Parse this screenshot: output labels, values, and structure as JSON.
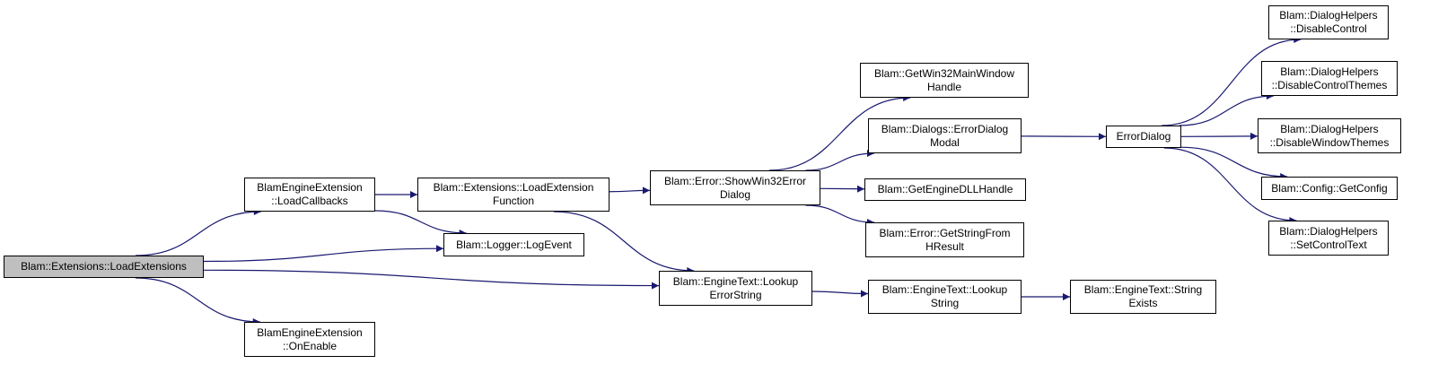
{
  "graph": {
    "edge_color": "#191970",
    "root_fill": "#bfbfbf",
    "nodes": [
      {
        "id": "n0",
        "lines": [
          "Blam::Extensions::LoadExtensions"
        ]
      },
      {
        "id": "n1",
        "lines": [
          "BlamEngineExtension",
          "::LoadCallbacks"
        ]
      },
      {
        "id": "n2",
        "lines": [
          "Blam::Logger::LogEvent"
        ]
      },
      {
        "id": "n3",
        "lines": [
          "Blam::EngineText::Lookup",
          "ErrorString"
        ]
      },
      {
        "id": "n4",
        "lines": [
          "BlamEngineExtension",
          "::OnEnable"
        ]
      },
      {
        "id": "n5",
        "lines": [
          "Blam::Extensions::LoadExtension",
          "Function"
        ]
      },
      {
        "id": "n6",
        "lines": [
          "Blam::Error::ShowWin32Error",
          "Dialog"
        ]
      },
      {
        "id": "n7",
        "lines": [
          "Blam::EngineText::Lookup",
          "String"
        ]
      },
      {
        "id": "n8",
        "lines": [
          "Blam::GetWin32MainWindow",
          "Handle"
        ]
      },
      {
        "id": "n9",
        "lines": [
          "Blam::Dialogs::ErrorDialog",
          "Modal"
        ]
      },
      {
        "id": "n10",
        "lines": [
          "Blam::GetEngineDLLHandle"
        ]
      },
      {
        "id": "n11",
        "lines": [
          "Blam::Error::GetStringFrom",
          "HResult"
        ]
      },
      {
        "id": "n12",
        "lines": [
          "Blam::EngineText::String",
          "Exists"
        ]
      },
      {
        "id": "n13",
        "lines": [
          "ErrorDialog"
        ]
      },
      {
        "id": "n14",
        "lines": [
          "Blam::DialogHelpers",
          "::DisableControl"
        ]
      },
      {
        "id": "n15",
        "lines": [
          "Blam::DialogHelpers",
          "::DisableControlThemes"
        ]
      },
      {
        "id": "n16",
        "lines": [
          "Blam::DialogHelpers",
          "::DisableWindowThemes"
        ]
      },
      {
        "id": "n17",
        "lines": [
          "Blam::Config::GetConfig"
        ]
      },
      {
        "id": "n18",
        "lines": [
          "Blam::DialogHelpers",
          "::SetControlText"
        ]
      }
    ],
    "edges": [
      {
        "from": "n0",
        "to": "n1"
      },
      {
        "from": "n0",
        "to": "n2"
      },
      {
        "from": "n0",
        "to": "n3"
      },
      {
        "from": "n0",
        "to": "n4"
      },
      {
        "from": "n1",
        "to": "n5"
      },
      {
        "from": "n1",
        "to": "n2"
      },
      {
        "from": "n5",
        "to": "n6"
      },
      {
        "from": "n5",
        "to": "n3"
      },
      {
        "from": "n3",
        "to": "n7"
      },
      {
        "from": "n7",
        "to": "n12"
      },
      {
        "from": "n6",
        "to": "n8"
      },
      {
        "from": "n6",
        "to": "n9"
      },
      {
        "from": "n6",
        "to": "n10"
      },
      {
        "from": "n6",
        "to": "n11"
      },
      {
        "from": "n9",
        "to": "n13"
      },
      {
        "from": "n13",
        "to": "n14"
      },
      {
        "from": "n13",
        "to": "n15"
      },
      {
        "from": "n13",
        "to": "n16"
      },
      {
        "from": "n13",
        "to": "n17"
      },
      {
        "from": "n13",
        "to": "n18"
      }
    ]
  }
}
